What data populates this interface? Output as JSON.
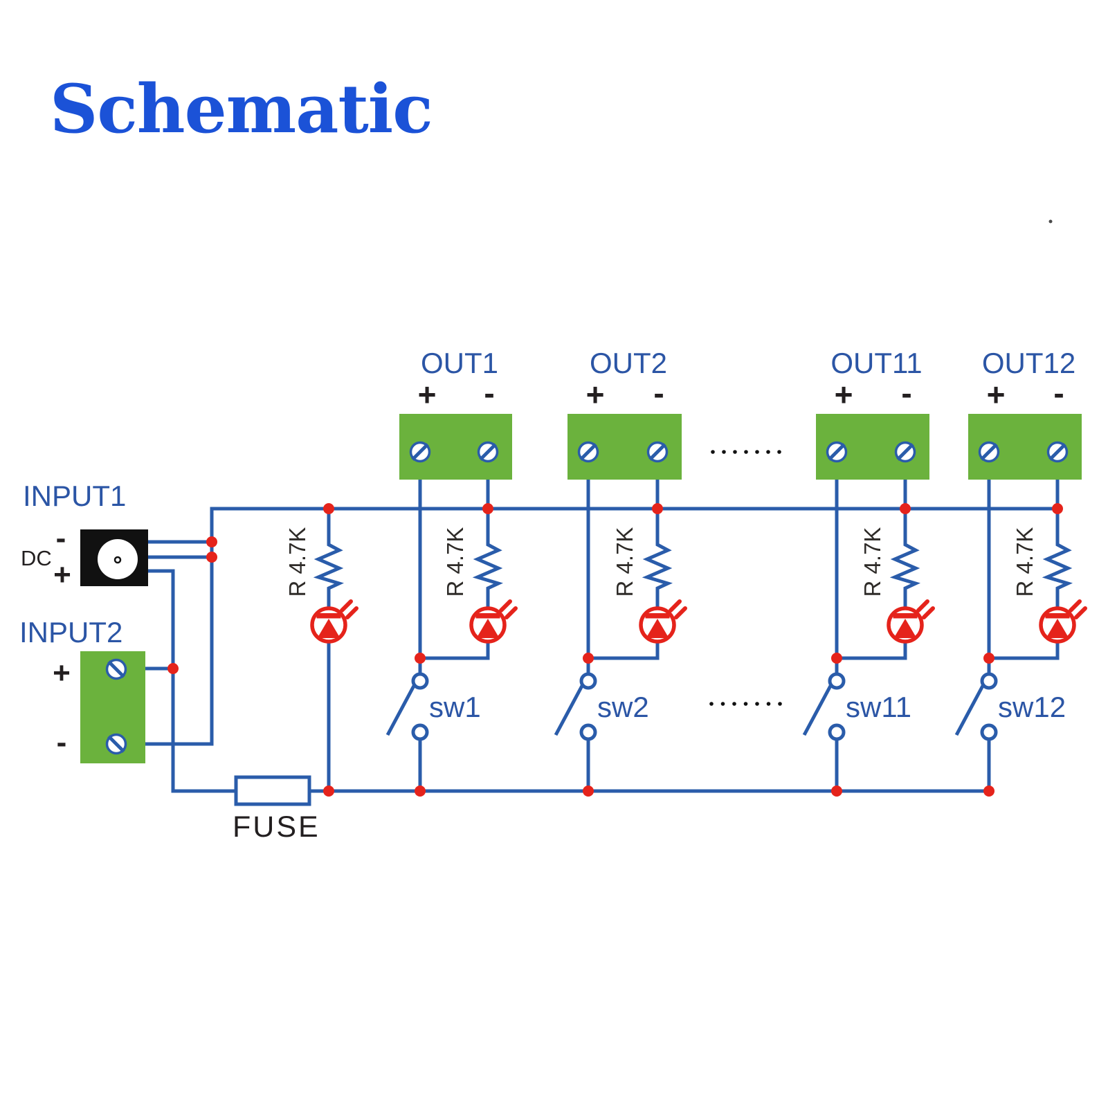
{
  "title": "Schematic",
  "input1": {
    "label": "INPUT1",
    "connector_label": "DC",
    "minus": "-",
    "plus": "+"
  },
  "input2": {
    "label": "INPUT2",
    "plus": "+",
    "minus": "-"
  },
  "fuse": {
    "label": "FUSE"
  },
  "indicator": {
    "resistor_label": "R 4.7K"
  },
  "channels": [
    {
      "name": "OUT1",
      "plus": "+",
      "minus": "-",
      "resistor_label": "R 4.7K",
      "switch_label": "sw1"
    },
    {
      "name": "OUT2",
      "plus": "+",
      "minus": "-",
      "resistor_label": "R 4.7K",
      "switch_label": "sw2"
    },
    {
      "name": "OUT11",
      "plus": "+",
      "minus": "-",
      "resistor_label": "R 4.7K",
      "switch_label": "sw11"
    },
    {
      "name": "OUT12",
      "plus": "+",
      "minus": "-",
      "resistor_label": "R 4.7K",
      "switch_label": "sw12"
    }
  ],
  "separators": {
    "top_dots": "·······",
    "bottom_dots": "·······"
  },
  "colors": {
    "wire_blue": "#2a5caa",
    "label_blue": "#2b55a5",
    "component_green": "#6bb23d",
    "component_red": "#e5231b",
    "text_black": "#231f20",
    "title_blue": "#1b52d7"
  }
}
